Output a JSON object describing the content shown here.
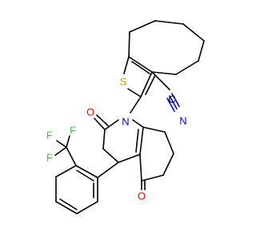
{
  "molecule": {
    "colors": {
      "bond": "#000000",
      "nitrogen": "#0000ff",
      "oxygen": "#ff0000",
      "sulfur": "#b5a000",
      "fluorine": "#33cc33",
      "carbon": "#000000"
    },
    "labels": {
      "sulfur": "S",
      "ring_nitrogen": "N",
      "nitrile_nitrogen": "N",
      "nitrile_carbon": "C",
      "oxygen_amide": "O",
      "oxygen_ketone": "O",
      "fluorine_1": "F",
      "fluorine_2": "F",
      "fluorine_3": "F"
    }
  }
}
